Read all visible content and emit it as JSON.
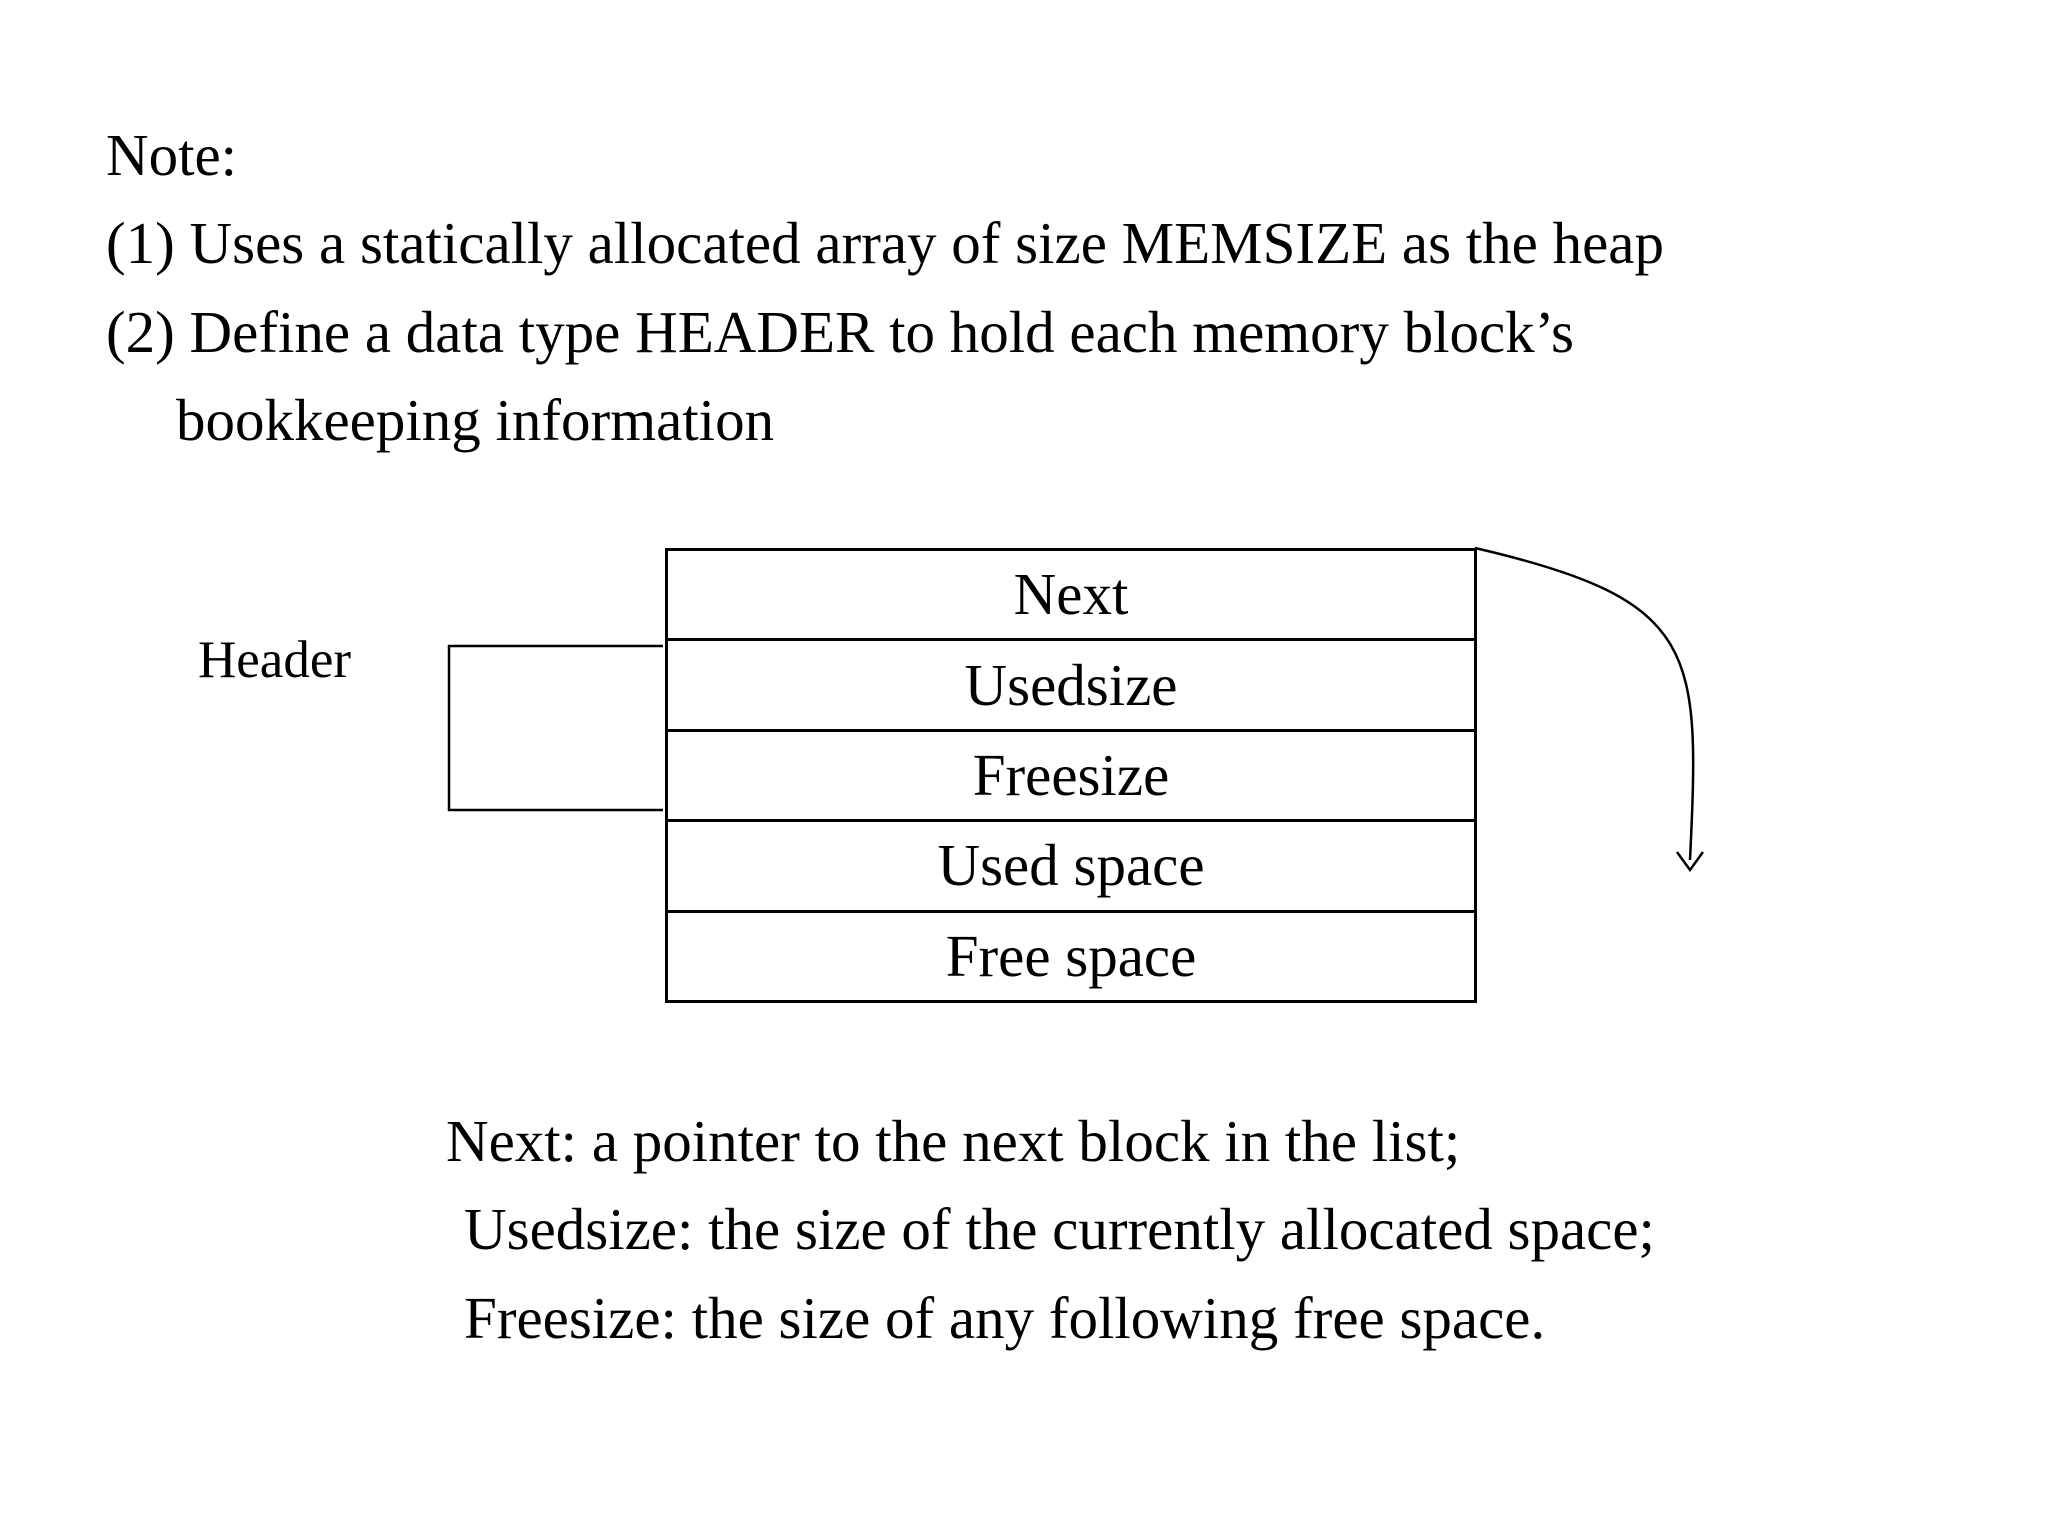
{
  "note": {
    "title": "Note:",
    "items": [
      "(1) Uses a statically allocated array of size MEMSIZE as the heap",
      "(2) Define a data type HEADER to hold each memory block’s",
      "bookkeeping information"
    ]
  },
  "diagram": {
    "header_label": "Header",
    "rows": [
      "Next",
      "Usedsize",
      "Freesize",
      "Used space",
      "Free space"
    ]
  },
  "descriptions": [
    "Next: a pointer to the next block in the list;",
    "Usedsize: the size of the currently allocated space;",
    "Freesize: the size of any following free space."
  ]
}
